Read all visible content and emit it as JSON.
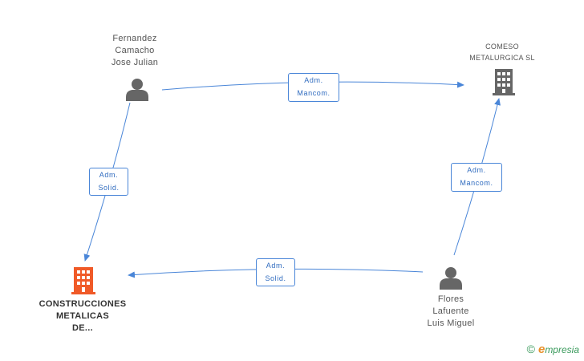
{
  "nodes": {
    "person1": {
      "lines": [
        "Fernandez",
        "Camacho",
        "Jose Julian"
      ]
    },
    "company1": {
      "lines": [
        "COMESO",
        "METALURGICA SL"
      ]
    },
    "focus": {
      "lines": [
        "CONSTRUCCIONES",
        "METALICAS",
        "DE..."
      ]
    },
    "person2": {
      "lines": [
        "Flores",
        "Lafuente",
        "Luis Miguel"
      ]
    }
  },
  "edges": {
    "top": {
      "lines": [
        "Adm.",
        "Mancom."
      ]
    },
    "left": {
      "lines": [
        "Adm.",
        "Solid."
      ]
    },
    "right": {
      "lines": [
        "Adm.",
        "Mancom."
      ]
    },
    "bottom": {
      "lines": [
        "Adm.",
        "Solid."
      ]
    }
  },
  "footer": {
    "copyright": "©",
    "brand_initial": "e",
    "brand_rest": "mpresia"
  },
  "colors": {
    "edge": "#4a86d8",
    "person": "#666666",
    "company": "#666666",
    "focus": "#f05a28"
  }
}
